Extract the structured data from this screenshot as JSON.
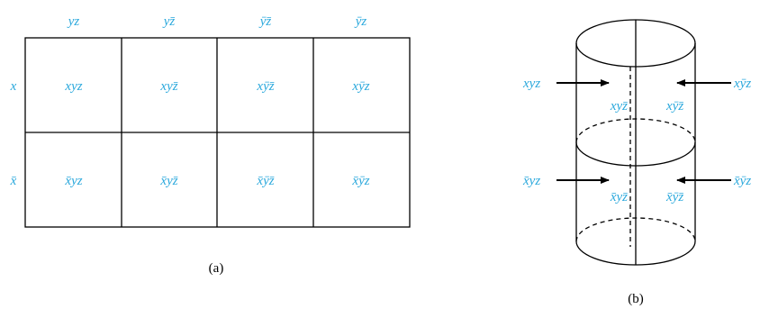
{
  "part_a": {
    "caption": "(a)",
    "column_headers": [
      "yz",
      "yz̄",
      "ȳz̄",
      "ȳz"
    ],
    "row_headers": [
      "x",
      "x̄"
    ],
    "cells": [
      [
        "xyz",
        "xyz̄",
        "xȳz̄",
        "xȳz"
      ],
      [
        "x̄yz",
        "x̄yz̄",
        "x̄ȳz̄",
        "x̄ȳz"
      ]
    ]
  },
  "part_b": {
    "caption": "(b)",
    "arrows": {
      "upper_left": "xyz",
      "upper_right": "xȳz",
      "lower_left": "x̄yz",
      "lower_right": "x̄ȳz"
    },
    "inner_labels": {
      "upper_left": "xyz̄",
      "upper_right": "xȳz̄",
      "lower_left": "x̄yz̄",
      "lower_right": "x̄ȳz̄"
    }
  }
}
